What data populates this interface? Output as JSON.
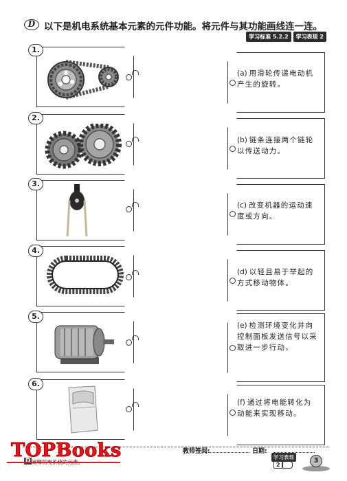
{
  "header": {
    "badge": "D",
    "instruction": "以下是机电系统基本元素的元件功能。将元件与其功能画线连一连。",
    "tags": [
      "学习标准 5.2.2",
      "学习表现 2"
    ]
  },
  "items": [
    {
      "num": "1.",
      "image": "chain-and-sprocket"
    },
    {
      "num": "2.",
      "image": "gears"
    },
    {
      "num": "3.",
      "image": "pulley"
    },
    {
      "num": "4.",
      "image": "timing-belt"
    },
    {
      "num": "5.",
      "image": "electric-motor"
    },
    {
      "num": "6.",
      "image": "sensor"
    }
  ],
  "descriptions": [
    {
      "label": "(a)",
      "text": "用滑轮传递电动机产生的旋转。"
    },
    {
      "label": "(b)",
      "text": "链条连接两个链轮以传送动力。"
    },
    {
      "label": "(c)",
      "text": "改变机器的运动速度或方向。"
    },
    {
      "label": "(d)",
      "text": "以轻且易于举起的方式移动物体。"
    },
    {
      "label": "(e)",
      "text": "检测环境变化并向控制面板发送信号以采取进一步行动。"
    },
    {
      "label": "(f)",
      "text": "通过将电能转化为动能来实现移动。"
    }
  ],
  "footer": {
    "d_badge": "D",
    "subtitle": "阐释机电系统的元素。",
    "sign_label": "教师签阅:",
    "date_label": "日期:",
    "performance_tag": "学习表现",
    "performance_num": "2",
    "page_number": "3",
    "logo": "TOPBooks"
  }
}
